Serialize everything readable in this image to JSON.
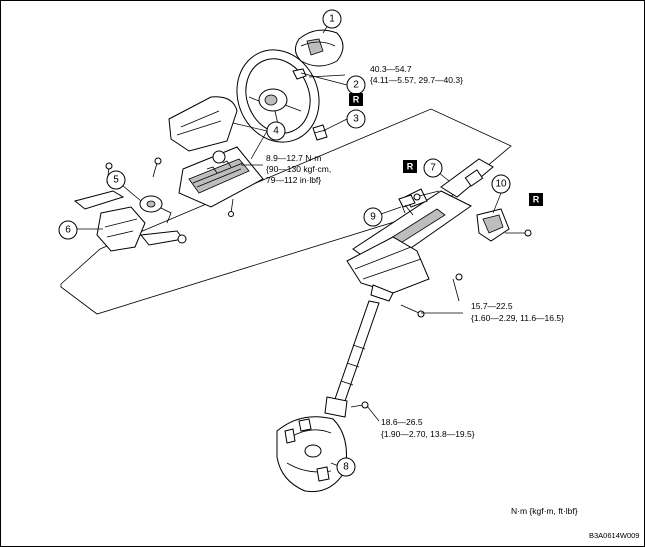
{
  "callouts": [
    {
      "id": "c1",
      "number": "1"
    },
    {
      "id": "c2",
      "number": "2"
    },
    {
      "id": "c3",
      "number": "3"
    },
    {
      "id": "c4",
      "number": "4"
    },
    {
      "id": "c5",
      "number": "5"
    },
    {
      "id": "c6",
      "number": "6"
    },
    {
      "id": "c7",
      "number": "7"
    },
    {
      "id": "c8",
      "number": "8"
    },
    {
      "id": "c9",
      "number": "9"
    },
    {
      "id": "c10",
      "number": "10"
    }
  ],
  "replace_mark": "R",
  "torques": {
    "steering_wheel_nut": {
      "line1": "40.3—54.7",
      "line2": "{4.11—5.57, 29.7—40.3}"
    },
    "column_cover_screw": {
      "line1": "8.9—12.7 N·m",
      "line2": "{90—130 kgf·cm,",
      "line3": "79—112 in·lbf}"
    },
    "column_mount_bolt": {
      "line1": "15.7—22.5",
      "line2": "{1.60—2.29, 11.6—16.5}"
    },
    "joint_bolt": {
      "line1": "18.6—26.5",
      "line2": "{1.90—2.70, 13.8—19.5}"
    }
  },
  "units_legend": "N·m {kgf·m, ft·lbf}",
  "figure_code": "B3A0614W009"
}
